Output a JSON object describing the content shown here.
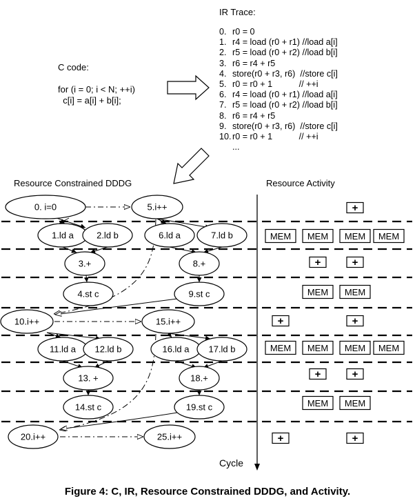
{
  "ir_trace": {
    "title": "IR Trace:",
    "lines": [
      {
        "num": "0.",
        "text": "r0 = 0"
      },
      {
        "num": "1.",
        "text": "r4 = load (r0 + r1) //load a[i]"
      },
      {
        "num": "2.",
        "text": "r5 = load (r0 + r2) //load b[i]"
      },
      {
        "num": "3.",
        "text": "r6 = r4 + r5"
      },
      {
        "num": "4.",
        "text": "store(r0 + r3, r6)  //store c[i]"
      },
      {
        "num": "5.",
        "text": "r0 = r0 + 1           // ++i"
      },
      {
        "num": "6.",
        "text": "r4 = load (r0 + r1) //load a[i]"
      },
      {
        "num": "7.",
        "text": "r5 = load (r0 + r2) //load b[i]"
      },
      {
        "num": "8.",
        "text": "r6 = r4 + r5"
      },
      {
        "num": "9.",
        "text": "store(r0 + r3, r6)  //store c[i]"
      },
      {
        "num": "10.",
        "text": "r0 = r0 + 1           // ++i"
      },
      {
        "num": "",
        "text": "..."
      }
    ]
  },
  "c_code": {
    "title": "C code:",
    "line1": "for (i = 0; i < N; ++i)",
    "line2": "  c[i] = a[i] + b[i];"
  },
  "dddg": {
    "title": "Resource Constrained DDDG",
    "nodes": [
      {
        "id": "n0",
        "label": "0. i=0"
      },
      {
        "id": "n5",
        "label": "5.i++"
      },
      {
        "id": "n1",
        "label": "1.ld a"
      },
      {
        "id": "n2",
        "label": "2.ld b"
      },
      {
        "id": "n6",
        "label": "6.ld a"
      },
      {
        "id": "n7",
        "label": "7.ld b"
      },
      {
        "id": "n3",
        "label": "3.+"
      },
      {
        "id": "n8",
        "label": "8.+"
      },
      {
        "id": "n4",
        "label": "4.st c"
      },
      {
        "id": "n9",
        "label": "9.st c"
      },
      {
        "id": "n10",
        "label": "10.i++"
      },
      {
        "id": "n15",
        "label": "15.i++"
      },
      {
        "id": "n11",
        "label": "11.ld a"
      },
      {
        "id": "n12",
        "label": "12.ld b"
      },
      {
        "id": "n16",
        "label": "16.ld a"
      },
      {
        "id": "n17",
        "label": "17.ld b"
      },
      {
        "id": "n13",
        "label": "13. +"
      },
      {
        "id": "n18",
        "label": "18.+"
      },
      {
        "id": "n14",
        "label": "14.st c"
      },
      {
        "id": "n19",
        "label": "19.st c"
      },
      {
        "id": "n20",
        "label": "20.i++"
      },
      {
        "id": "n25",
        "label": "25.i++"
      }
    ]
  },
  "activity": {
    "title": "Resource Activity",
    "rows": [
      [
        "",
        "",
        "+",
        ""
      ],
      [
        "MEM",
        "MEM",
        "MEM",
        "MEM"
      ],
      [
        "",
        "+",
        "+",
        ""
      ],
      [
        "",
        "MEM",
        "MEM",
        ""
      ],
      [
        "+",
        "",
        "+",
        ""
      ],
      [
        "MEM",
        "MEM",
        "MEM",
        "MEM"
      ],
      [
        "",
        "+",
        "+",
        ""
      ],
      [
        "",
        "MEM",
        "MEM",
        ""
      ],
      [
        "+",
        "",
        "+",
        ""
      ]
    ]
  },
  "cycle_label": "Cycle",
  "caption": "Figure 4: C, IR, Resource Constrained DDDG, and Activity."
}
